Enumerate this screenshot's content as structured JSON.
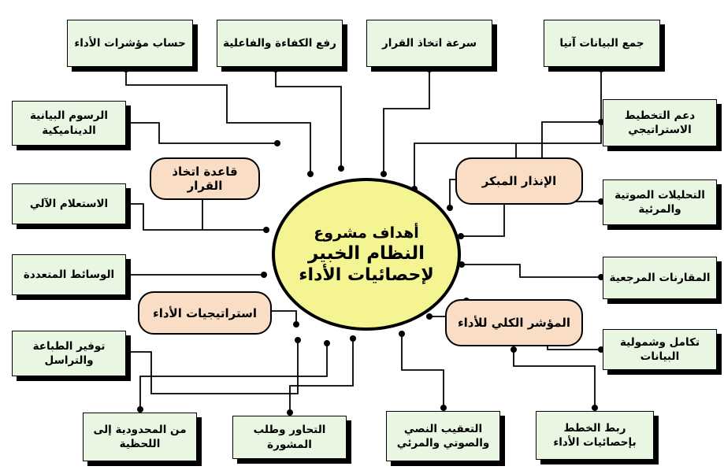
{
  "title_center": {
    "line1": "أهداف مشروع",
    "line2": "النظام الخبير",
    "line3": "لإحصائيات الأداء"
  },
  "hubs": [
    {
      "label": "قاعدة اتخاذ القرار"
    },
    {
      "label": "الإنذار المبكر"
    },
    {
      "label": "استراتيجيات الأداء"
    },
    {
      "label": "المؤشر الكلي للأداء"
    }
  ],
  "goals": {
    "top": [
      {
        "label": "حساب مؤشرات الأداء"
      },
      {
        "label": "رفع الكفاءة والفاعلية"
      },
      {
        "label": "سرعة اتخاذ القرار"
      },
      {
        "label": "جمع البيانات آنيا"
      }
    ],
    "left": [
      {
        "label": "الرسوم البيانية الديناميكية"
      },
      {
        "label": "الاستعلام الآلي"
      },
      {
        "label": "الوسائط المتعددة"
      },
      {
        "label": "توفير الطباعة والتراسل"
      }
    ],
    "right": [
      {
        "label": "دعم التخطيط الاستراتيجي"
      },
      {
        "label": "التحليلات الصوتية والمرئية"
      },
      {
        "label": "المقارنات المرجعية"
      },
      {
        "label": "تكامل وشمولية البيانات"
      }
    ],
    "bottom": [
      {
        "label": "من المحدودية إلى اللحظية"
      },
      {
        "label": "التحاور وطلب المشورة"
      },
      {
        "label": "التعقيب النصي والصوتي والمرئي"
      },
      {
        "label": "ربط الخطط بإحصائيات الأداء"
      }
    ]
  },
  "colors": {
    "goal_box_fill": "#e9f6e2",
    "hub_fill": "#f9ddc5",
    "center_fill": "#f5f492",
    "border_and_lines": "#000000",
    "background": "#ffffff"
  }
}
